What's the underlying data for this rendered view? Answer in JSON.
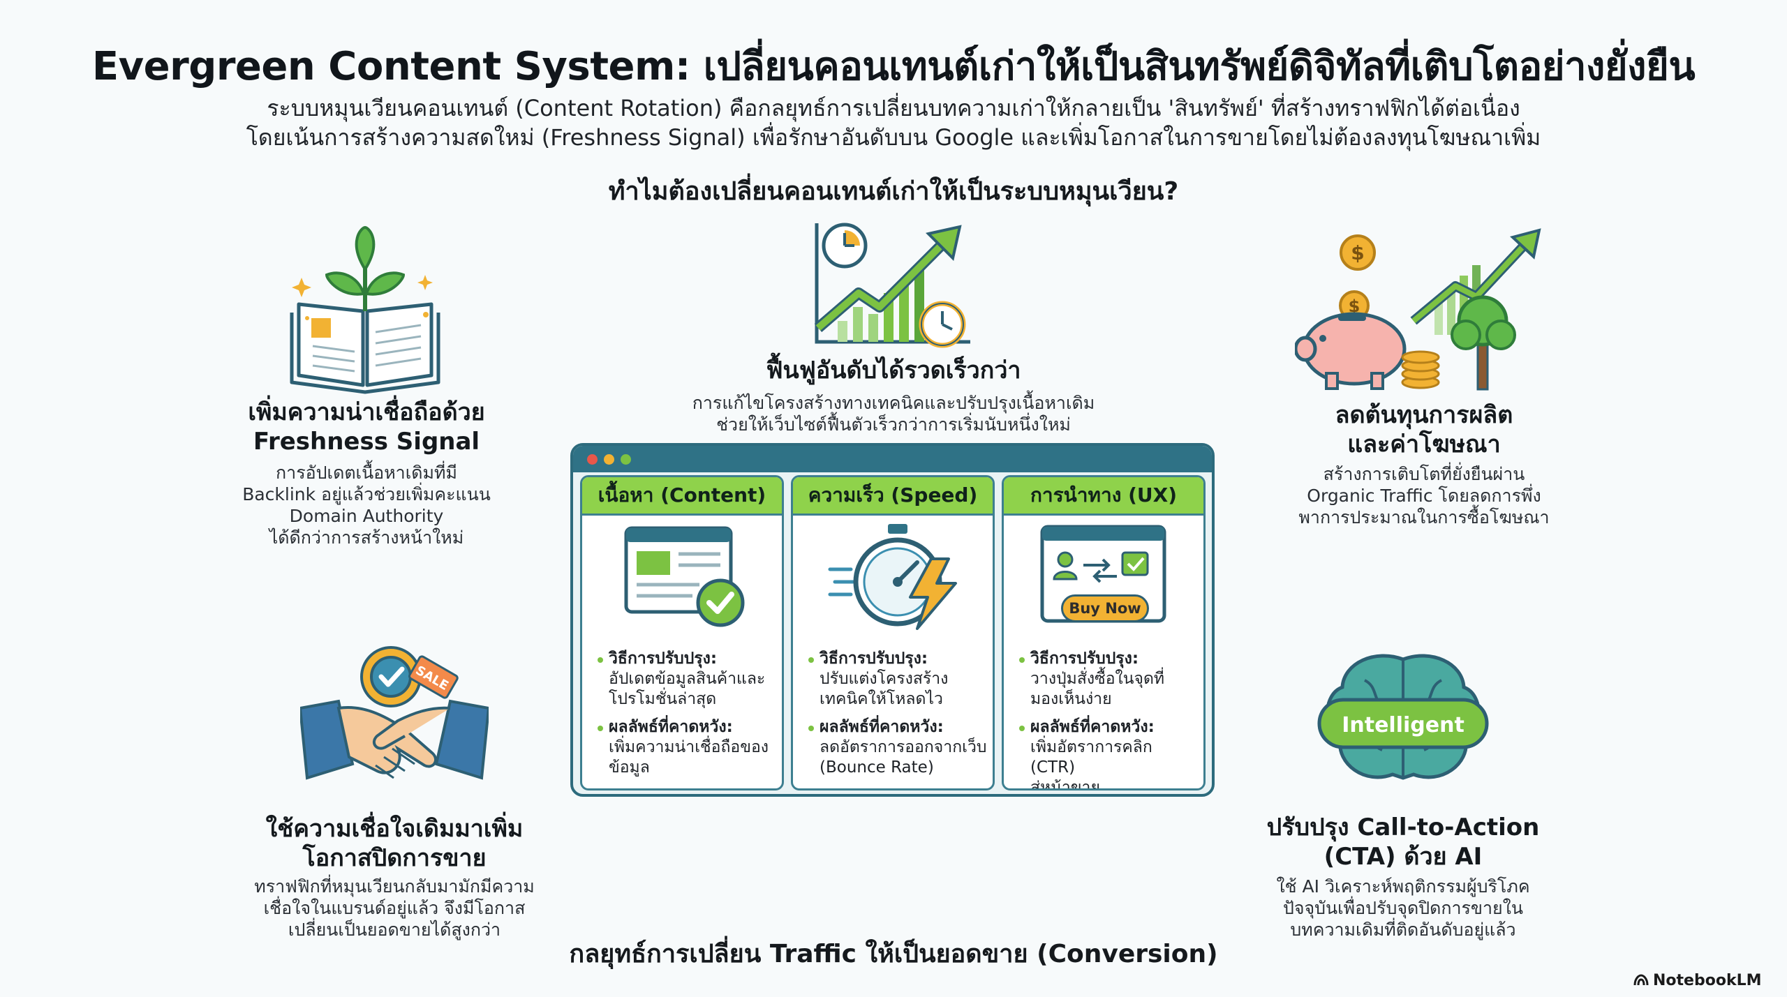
{
  "header": {
    "title": "Evergreen Content System: เปลี่ยนคอนเทนต์เก่าให้เป็นสินทรัพย์ดิจิทัลที่เติบโตอย่างยั่งยืน",
    "subtitle_line1": "ระบบหมุนเวียนคอนเทนต์ (Content Rotation) คือกลยุทธ์การเปลี่ยนบทความเก่าให้กลายเป็น 'สินทรัพย์' ที่สร้างทราฟฟิกได้ต่อเนื่อง",
    "subtitle_line2": "โดยเน้นการสร้างความสดใหม่ (Freshness Signal) เพื่อรักษาอันดับบน Google และเพิ่มโอกาสในการขายโดยไม่ต้องลงทุนโฆษณาเพิ่ม"
  },
  "question": "ทำไมต้องเปลี่ยนคอนเทนต์เก่าให้เป็นระบบหมุนเวียน?",
  "features": {
    "freshness": {
      "title_line1": "เพิ่มความน่าเชื่อถือด้วย",
      "title_line2": "Freshness Signal",
      "desc": [
        "การอัปเดตเนื้อหาเดิมที่มี",
        "Backlink อยู่แล้วช่วยเพิ่มคะแนน",
        "Domain Authority",
        "ได้ดีกว่าการสร้างหน้าใหม่"
      ],
      "icon": "book-sprout-icon"
    },
    "ranking": {
      "title": "ฟื้นฟูอันดับได้รวดเร็วกว่า",
      "desc": [
        "การแก้ไขโครงสร้างทางเทคนิคและปรับปรุงเนื้อหาเดิม",
        "ช่วยให้เว็บไซต์ฟื้นตัวเร็วกว่าการเริ่มนับหนึ่งใหม่"
      ],
      "icon": "growth-chart-clock-icon"
    },
    "cost": {
      "title_line1": "ลดต้นทุนการผลิต",
      "title_line2": "และค่าโฆษณา",
      "desc": [
        "สร้างการเติบโตที่ยั่งยืนผ่าน",
        "Organic Traffic โดยลดการพึ่ง",
        "พาการประมาณในการซื้อโฆษณา"
      ],
      "icon": "piggy-bank-icon"
    },
    "trust": {
      "title_line1": "ใช้ความเชื่อใจเดิมมาเพิ่ม",
      "title_line2": "โอกาสปิดการขาย",
      "desc": [
        "ทราฟฟิกที่หมุนเวียนกลับมามักมีความ",
        "เชื่อใจในแบรนด์อยู่แล้ว จึงมีโอกาส",
        "เปลี่ยนเป็นยอดขายได้สูงกว่า"
      ],
      "icon": "handshake-icon",
      "tag": "SALE"
    },
    "ai": {
      "title_line1": "ปรับปรุง Call-to-Action",
      "title_line2": "(CTA) ด้วย AI",
      "desc": [
        "ใช้ AI วิเคราะห์พฤติกรรมผู้บริโภค",
        "ปัจจุบันเพื่อปรับจุดปิดการขายใน",
        "บทความเดิมที่ติดอันดับอยู่แล้ว"
      ],
      "icon": "brain-icon",
      "badge": "Intelligent"
    }
  },
  "panel": {
    "columns": [
      {
        "header": "เนื้อหา (Content)",
        "icon": "content-check-icon",
        "method_label": "วิธีการปรับปรุง:",
        "method": [
          "อัปเดตข้อมูลสินค้าและ",
          "โปรโมชั่นล่าสุด"
        ],
        "result_label": "ผลลัพธ์ที่คาดหวัง:",
        "result": [
          "เพิ่มความน่าเชื่อถือของ",
          "ข้อมูล"
        ]
      },
      {
        "header": "ความเร็ว (Speed)",
        "icon": "stopwatch-bolt-icon",
        "method_label": "วิธีการปรับปรุง:",
        "method": [
          "ปรับแต่งโครงสร้าง",
          "เทคนิคให้โหลดไว"
        ],
        "result_label": "ผลลัพธ์ที่คาดหวัง:",
        "result": [
          "ลดอัตราการออกจากเว็บ",
          "(Bounce Rate)"
        ]
      },
      {
        "header": "การนำทาง (UX)",
        "icon": "buy-now-window-icon",
        "button": "Buy Now",
        "method_label": "วิธีการปรับปรุง:",
        "method": [
          "วางปุ่มสั่งซื้อในจุดที่",
          "มองเห็นง่าย"
        ],
        "result_label": "ผลลัพธ์ที่คาดหวัง:",
        "result": [
          "เพิ่มอัตราการคลิก (CTR)",
          "สู่หน้าขาย"
        ]
      }
    ]
  },
  "bottom_title": "กลยุทธ์การเปลี่ยน Traffic ให้เป็นยอดขาย (Conversion)",
  "brand": "NotebookLM",
  "colors": {
    "accent_green": "#7cc242",
    "panel_teal": "#2f7286",
    "header_green": "#8fd24b",
    "gold": "#f2b233"
  }
}
